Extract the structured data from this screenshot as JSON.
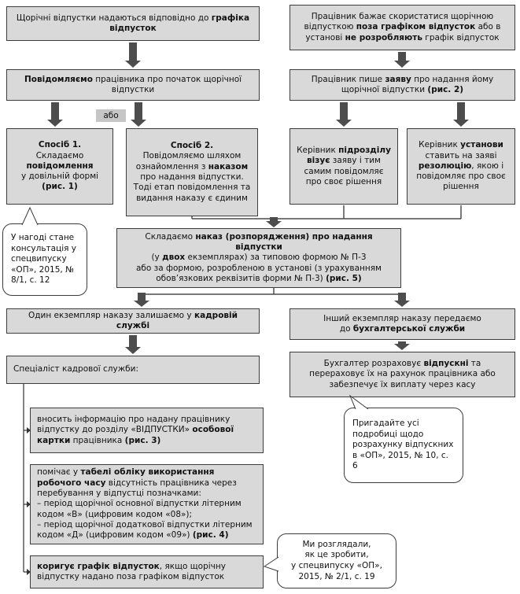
{
  "colors": {
    "box_fill": "#d9d9d9",
    "box_border": "#3c3c3c",
    "arrow": "#4d4d4d",
    "bubble_fill": "#ffffff"
  },
  "labels": {
    "abo": "або"
  },
  "boxes": {
    "top_left": {
      "segments": [
        {
          "t": "Щорічні відпустки надаються відповідно до "
        },
        {
          "t": "графіка відпусток",
          "b": true
        }
      ]
    },
    "top_right": {
      "segments": [
        {
          "t": "Працівник бажає скористатися щорічною відпусткою "
        },
        {
          "t": "поза графіком відпусток",
          "b": true
        },
        {
          "t": " або в установі "
        },
        {
          "t": "не розробляють",
          "b": true
        },
        {
          "t": " графік відпусток"
        }
      ]
    },
    "notify": {
      "segments": [
        {
          "t": "Повідомляємо",
          "b": true
        },
        {
          "t": " працівника про початок щорічної відпустки"
        }
      ]
    },
    "zayava": {
      "segments": [
        {
          "t": "Працівник пише "
        },
        {
          "t": "заяву",
          "b": true
        },
        {
          "t": " про надання йому щорічної відпустки "
        },
        {
          "t": "(рис. 2)",
          "b": true
        }
      ]
    },
    "sposib1": {
      "segments": [
        {
          "t": "Спосіб 1.",
          "b": true
        },
        {
          "t": "\nСкладаємо\n"
        },
        {
          "t": "повідомлення",
          "b": true
        },
        {
          "t": "\nу довільній формі\n"
        },
        {
          "t": "(рис. 1)",
          "b": true
        }
      ]
    },
    "sposib2": {
      "segments": [
        {
          "t": "Спосіб 2.",
          "b": true
        },
        {
          "t": "\nПовідомляємо шляхом ознайомлення з "
        },
        {
          "t": "наказом",
          "b": true
        },
        {
          "t": " про надання відпустки. Тоді етап повідомлення та видання наказу є єдиним"
        }
      ]
    },
    "kerivnyk_pidrozdilu": {
      "segments": [
        {
          "t": "Керівник "
        },
        {
          "t": "підрозділу",
          "b": true
        },
        {
          "t": " "
        },
        {
          "t": "візує",
          "b": true
        },
        {
          "t": " заяву і тим самим повідомляє про своє рішення"
        }
      ]
    },
    "kerivnyk_ustanovy": {
      "segments": [
        {
          "t": "Керівник "
        },
        {
          "t": "установи",
          "b": true
        },
        {
          "t": " ставить на заяві "
        },
        {
          "t": "резолюцію",
          "b": true
        },
        {
          "t": ", якою і повідомляє про своє рішення"
        }
      ]
    },
    "nakaz": {
      "segments": [
        {
          "t": "Складаємо "
        },
        {
          "t": "наказ (розпорядження) про надання відпустки",
          "b": true
        },
        {
          "t": "\n(у "
        },
        {
          "t": "двох",
          "b": true
        },
        {
          "t": " екземплярах) за типовою формою № П-3\nабо за формою, розробленою в установі (з урахуванням\nобов’язкових реквізитів форми № П-3) "
        },
        {
          "t": "(рис. 5)",
          "b": true
        }
      ]
    },
    "one_copy": {
      "segments": [
        {
          "t": "Один екземпляр наказу залишаємо у "
        },
        {
          "t": "кадровій службі",
          "b": true
        }
      ]
    },
    "other_copy": {
      "segments": [
        {
          "t": "Інший екземпляр наказу передаємо\nдо "
        },
        {
          "t": "бухгалтерської служби",
          "b": true
        }
      ]
    },
    "specialist": {
      "segments": [
        {
          "t": "Спеціаліст кадрової служби:"
        }
      ]
    },
    "bukhgalter": {
      "segments": [
        {
          "t": "Бухгалтер розраховує "
        },
        {
          "t": "відпускні",
          "b": true
        },
        {
          "t": " та перераховує їх на рахунок працівника або забезпечує їх виплату через касу"
        }
      ]
    },
    "vnosyt": {
      "segments": [
        {
          "t": "вносить інформацію про надану працівнику відпустку до розділу «ВІДПУСТКИ» "
        },
        {
          "t": "особової картки",
          "b": true
        },
        {
          "t": " працівника "
        },
        {
          "t": "(рис. 3)",
          "b": true
        }
      ]
    },
    "pomichaie": {
      "segments": [
        {
          "t": "помічає у "
        },
        {
          "t": "табелі обліку використання робочого часу",
          "b": true
        },
        {
          "t": " відсутність працівника через перебування у відпустці позначками:\n– період щорічної основної відпустки літерним кодом «В» (цифровим кодом «08»);\n– період щорічної додаткової відпустки літерним кодом «Д» (цифровим кодом «09») "
        },
        {
          "t": "(рис. 4)",
          "b": true
        }
      ]
    },
    "koryhuie": {
      "segments": [
        {
          "t": "коригує графік відпусток",
          "b": true
        },
        {
          "t": ", якщо щорічну відпустку надано поза графіком відпусток"
        }
      ]
    }
  },
  "bubbles": {
    "left": {
      "segments": [
        {
          "t": "У нагоді стане консультація у спецвипуску «ОП», 2015, № 8/1, с. 12"
        }
      ]
    },
    "right": {
      "segments": [
        {
          "t": "Пригадайте усі подробиці щодо розрахунку відпускних в «ОП», 2015, № 10, с. 6"
        }
      ]
    },
    "bottom": {
      "segments": [
        {
          "t": "Ми розглядали,\nяк це зробити,\nу спецвипуску «ОП»,\n2015, № 2/1, с. 19"
        }
      ]
    }
  }
}
